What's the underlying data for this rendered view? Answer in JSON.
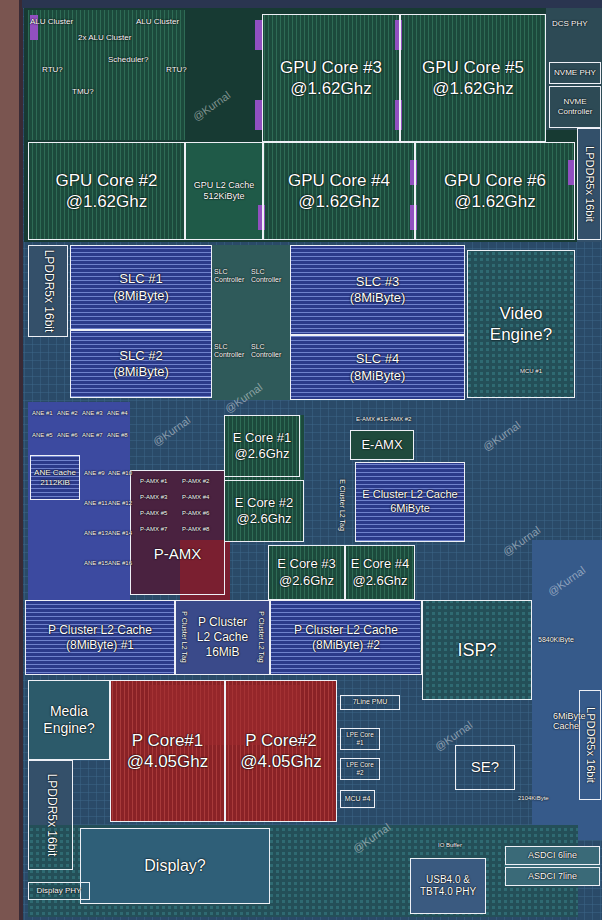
{
  "diagram": {
    "nodes": [
      {
        "text": [
          "GPU Core #3",
          "@1.62Ghz"
        ]
      },
      {
        "text": [
          "GPU Core #5",
          "@1.62Ghz"
        ]
      },
      {
        "text": [
          "NVME PHY"
        ]
      },
      {
        "text": [
          "NVME Controller"
        ]
      },
      {
        "text": [
          "GPU Core #2",
          "@1.62Ghz"
        ]
      },
      {
        "text": [
          "GPU L2 Cache",
          "512KiByte"
        ]
      },
      {
        "text": [
          "GPU Core #4",
          "@1.62Ghz"
        ]
      },
      {
        "text": [
          "GPU Core #6",
          "@1.62Ghz"
        ]
      },
      {
        "text": [
          "LPDDR5x 16bit"
        ]
      },
      {
        "text": [
          "LPDDR5x 16bit"
        ]
      },
      {
        "text": [
          "SLC #1",
          "(8MiByte)"
        ]
      },
      {
        "text": [
          "SLC #2",
          "(8MiByte)"
        ]
      },
      {
        "text": [
          "SLC #3",
          "(8MiByte)"
        ]
      },
      {
        "text": [
          "SLC #4",
          "(8MiByte)"
        ]
      },
      {
        "text": [
          "Video Engine?"
        ]
      },
      {
        "text": [
          "ANE Cache",
          "2112KiB"
        ]
      },
      {
        "text": [
          "E Core #1",
          "@2.6Ghz"
        ]
      },
      {
        "text": [
          "E-AMX"
        ]
      },
      {
        "text": [
          "E Core #2",
          "@2.6Ghz"
        ]
      },
      {
        "text": [
          "E Cluster L2 Cache",
          "6MiByte"
        ]
      },
      {
        "text": [
          "P-AMX"
        ]
      },
      {
        "text": [
          "E Core #3",
          "@2.6Ghz"
        ]
      },
      {
        "text": [
          "E Core #4",
          "@2.6Ghz"
        ]
      },
      {
        "text": [
          "P Cluster L2 Cache (8MiByte) #1"
        ]
      },
      {
        "text": [
          "P Cluster L2 Cache",
          "16MiB"
        ]
      },
      {
        "text": [
          "P Cluster L2 Cache (8MiByte) #2"
        ]
      },
      {
        "text": [
          "ISP?"
        ]
      },
      {
        "text": [
          "Media Engine?"
        ]
      },
      {
        "text": [
          "P Core#1",
          "@4.05Ghz"
        ]
      },
      {
        "text": [
          "P Core#2",
          "@4.05Ghz"
        ]
      },
      {
        "text": [
          "7Line PMU"
        ]
      },
      {
        "text": [
          "LPE Core #1"
        ]
      },
      {
        "text": [
          "LPE Core #2"
        ]
      },
      {
        "text": [
          "MCU #4"
        ]
      },
      {
        "text": [
          "SE?"
        ]
      },
      {
        "text": [
          "LPDDR5x 16bit"
        ]
      },
      {
        "text": [
          "LPDDR5x 16bit"
        ]
      },
      {
        "text": [
          "Display?"
        ]
      },
      {
        "text": [
          "Display PHY"
        ]
      },
      {
        "text": [
          "USB4.0 & TBT4.0 PHY"
        ]
      },
      {
        "text": [
          "ASDCI 6line"
        ]
      },
      {
        "text": [
          "ASDCI 7line"
        ]
      }
    ],
    "labels": [
      "ALU Cluster",
      "2x ALU Cluster",
      "ALU Cluster",
      "Scheduler?",
      "RTU?",
      "RTU?",
      "TMU?",
      "DCS PHY",
      "SLC Controller",
      "SLC Controller",
      "SLC Controller",
      "SLC Controller",
      "MCU #1",
      "ANE #1",
      "ANE #2",
      "ANE #3",
      "ANE #4",
      "ANE #5",
      "ANE #6",
      "ANE #7",
      "ANE #8",
      "ANE #9",
      "ANE #10",
      "ANE #11",
      "ANE #12",
      "ANE #13",
      "ANE #14",
      "ANE #15",
      "ANE #16",
      "E-AMX #1",
      "E-AMX #2",
      "P-AMX #1",
      "P-AMX #2",
      "P-AMX #3",
      "P-AMX #4",
      "P-AMX #5",
      "P-AMX #6",
      "P-AMX #7",
      "P-AMX #8",
      "E Cluster L2 Tag",
      "P Cluster L2 Tag",
      "P Cluster L2 Tag",
      "5840KiByte",
      "6MiByte Cache",
      "2104KiByte",
      "IO Buffer",
      "@Kurnal",
      "@Kurnal",
      "@Kurnal",
      "@Kurnal",
      "@Kurnal",
      "@Kurnal",
      "@Kurnal",
      "@Kurnal"
    ]
  }
}
